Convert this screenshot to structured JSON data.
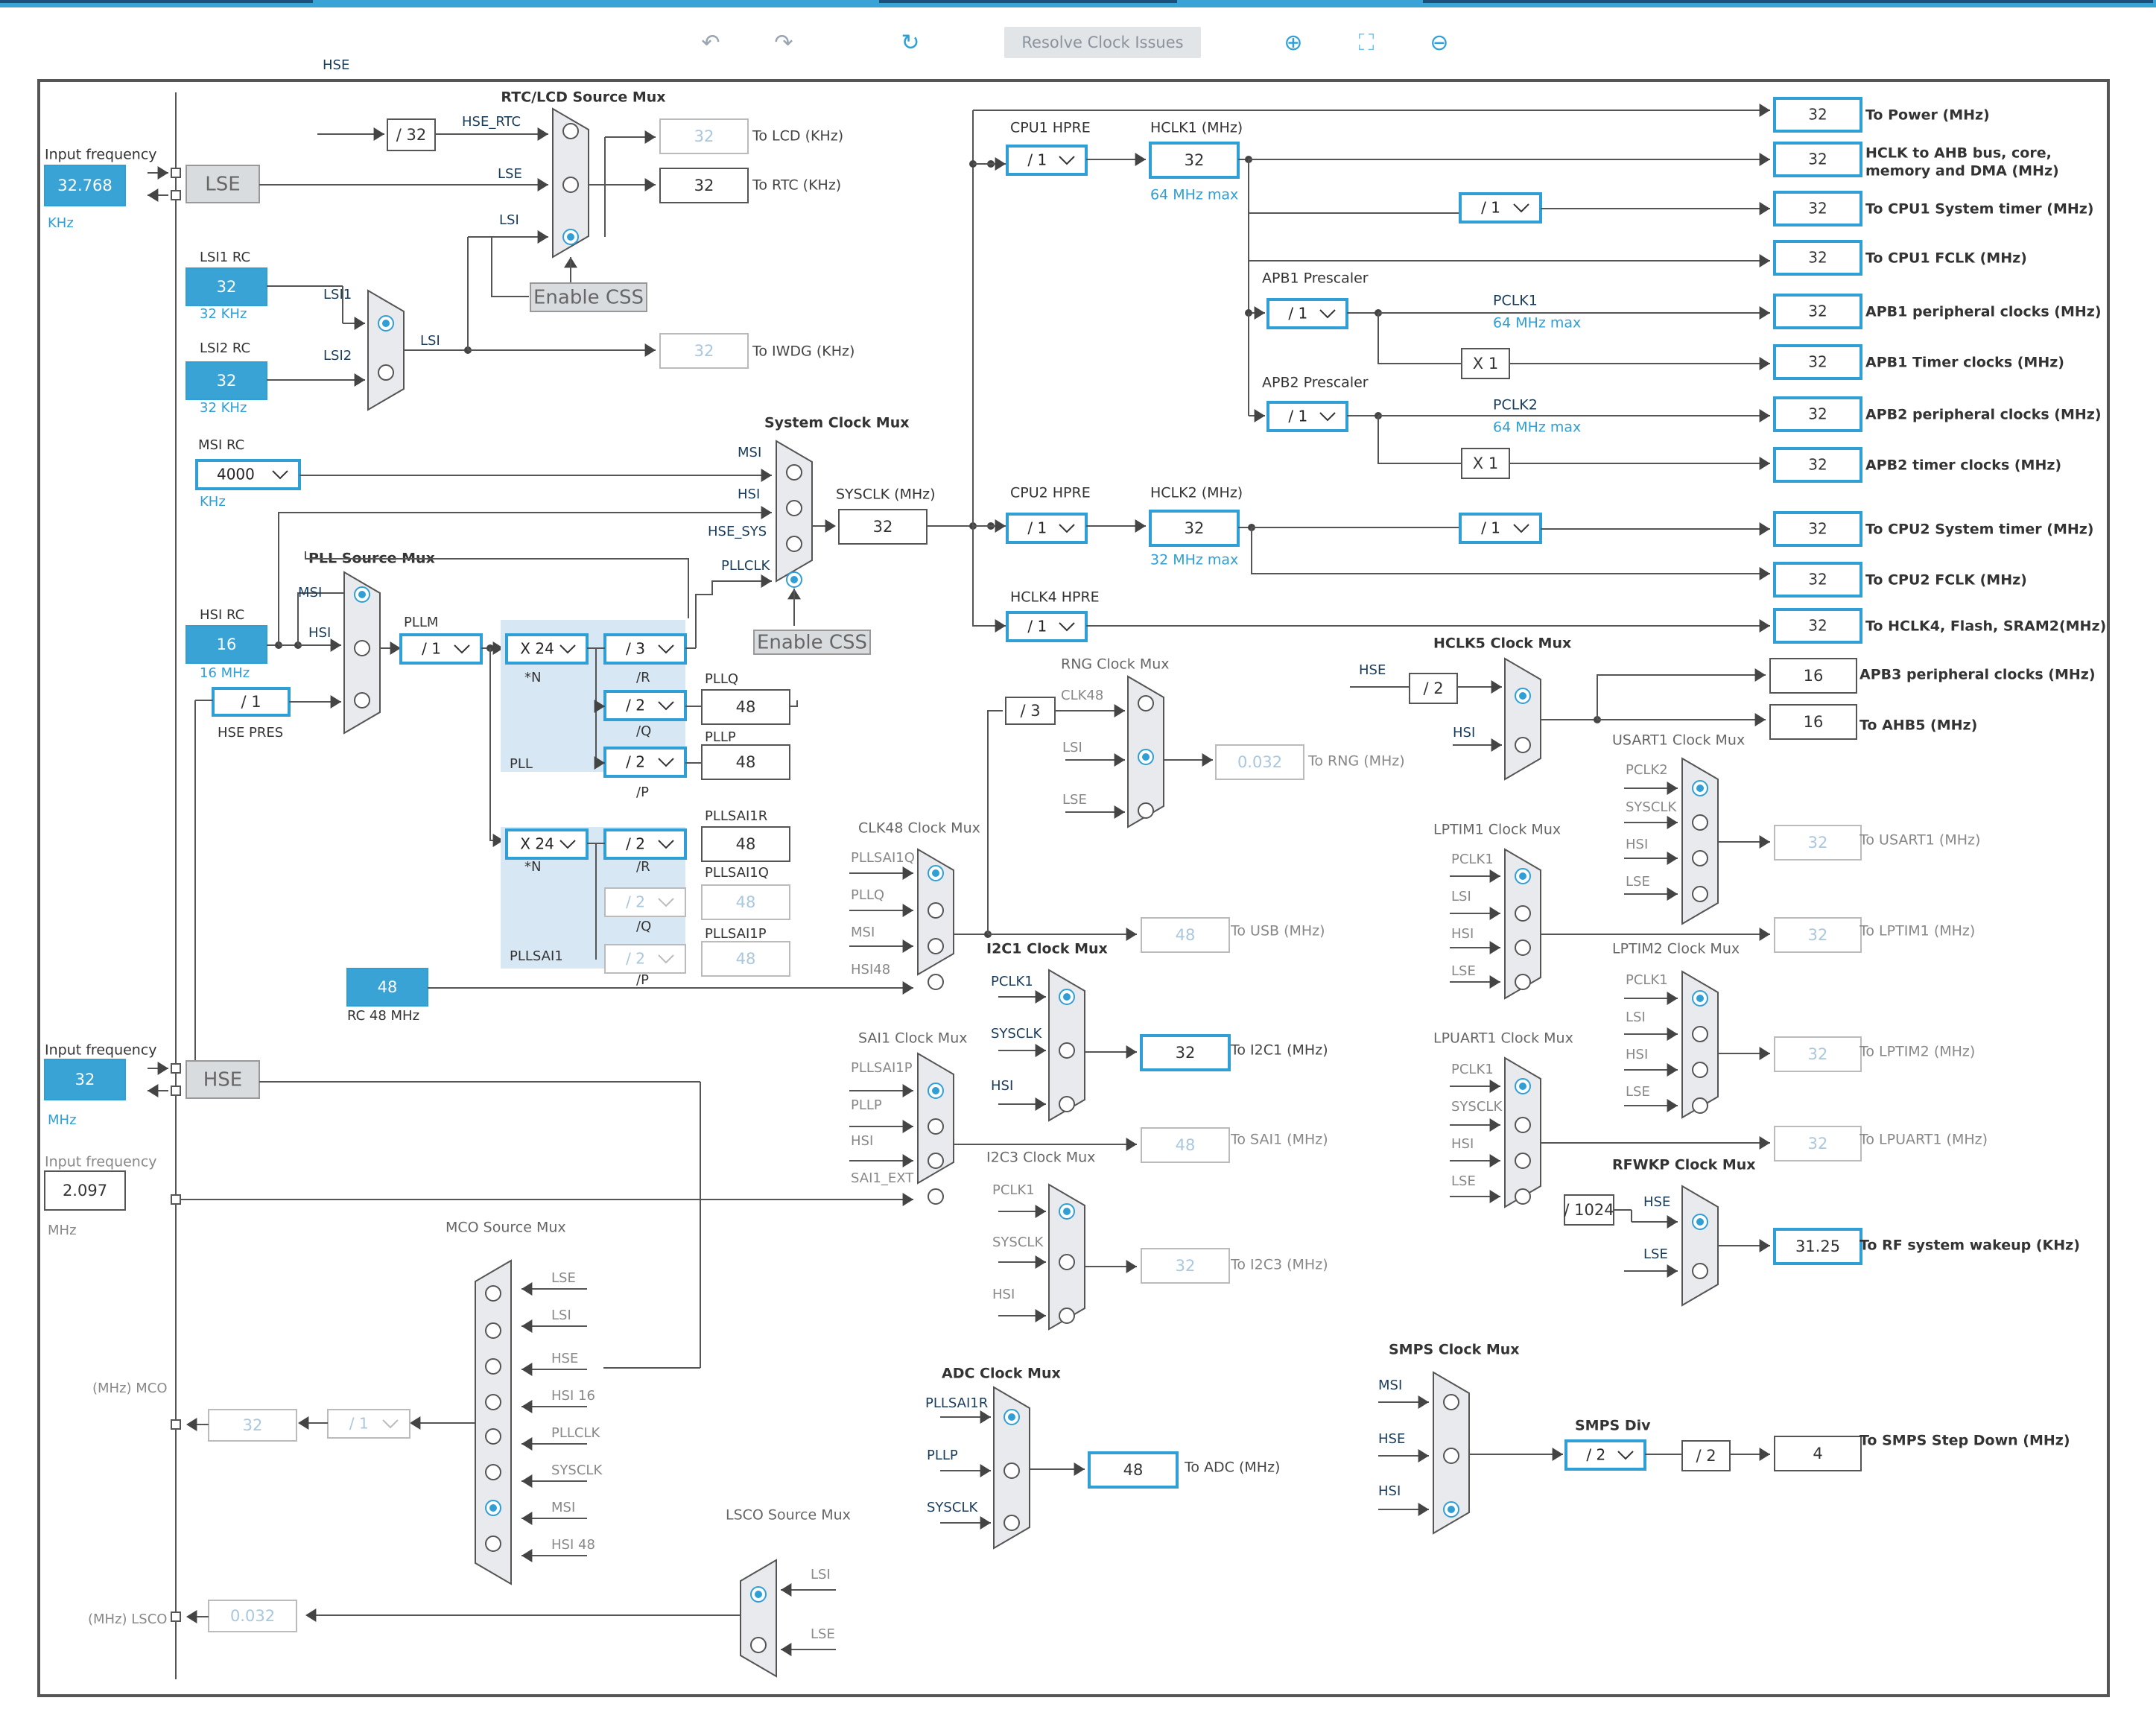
{
  "toolbar": {
    "resolve_label": "Resolve Clock Issues",
    "undo_icon": "undo-icon",
    "redo_icon": "redo-icon",
    "refresh_icon": "refresh-icon",
    "zoom_in_icon": "zoom-in-icon",
    "fit_icon": "fit-screen-icon",
    "zoom_out_icon": "zoom-out-icon"
  },
  "colors": {
    "accent": "#2f9fd6",
    "line": "#555555",
    "box_blue": "#3aa3d6",
    "disabled": "#a9c7dd",
    "mux_fill": "#e8eaee",
    "pll_bg": "#d7e7f4"
  },
  "inputs": {
    "lse": {
      "label": "Input frequency",
      "value": "32.768",
      "unit": "KHz",
      "block": "LSE"
    },
    "hse": {
      "label": "Input frequency",
      "value": "32",
      "unit": "MHz",
      "block": "HSE"
    },
    "third": {
      "label": "Input frequency",
      "value": "2.097",
      "unit": "MHz"
    }
  },
  "oscillators": {
    "lsi1": {
      "title": "LSI1 RC",
      "value": "32",
      "unit": "32 KHz"
    },
    "lsi2": {
      "title": "LSI2 RC",
      "value": "32",
      "unit": "32 KHz"
    },
    "msi": {
      "title": "MSI RC",
      "value": "4000",
      "unit": "KHz"
    },
    "hsi": {
      "title": "HSI RC",
      "value": "16",
      "unit": "16 MHz"
    },
    "rc48": {
      "value": "48",
      "unit": "RC 48 MHz"
    }
  },
  "mux_titles": {
    "rtc": "RTC/LCD Source Mux",
    "sys": "System Clock Mux",
    "pll": "PLL Source Mux",
    "rng": "RNG Clock Mux",
    "clk48": "CLK48 Clock Mux",
    "i2c1": "I2C1 Clock Mux",
    "sai1": "SAI1 Clock Mux",
    "i2c3": "I2C3 Clock Mux",
    "adc": "ADC Clock Mux",
    "mco": "MCO Source Mux",
    "lsco": "LSCO Source Mux",
    "hclk5": "HCLK5 Clock Mux",
    "usart1": "USART1 Clock Mux",
    "lptim1": "LPTIM1 Clock Mux",
    "lptim2": "LPTIM2 Clock Mux",
    "lpuart1": "LPUART1 Clock Mux",
    "rfwkp": "RFWKP Clock Mux",
    "smps": "SMPS Clock Mux"
  },
  "labels": {
    "hse": "HSE",
    "hse_rtc": "HSE_RTC",
    "lse": "LSE",
    "lsi": "LSI",
    "lsi1": "LSI1",
    "lsi2": "LSI2",
    "msi": "MSI",
    "hsi": "HSI",
    "hse_sys": "HSE_SYS",
    "pllclk": "PLLCLK",
    "sysclk_mhz": "SYSCLK (MHz)",
    "pllm": "PLLM",
    "hse_pres": "HSE PRES",
    "star_n": "*N",
    "r": "/R",
    "q": "/Q",
    "p": "/P",
    "pll": "PLL",
    "pllsai1": "PLLSAI1",
    "pllq": "PLLQ",
    "pllp": "PLLP",
    "pllsai1r": "PLLSAI1R",
    "pllsai1q": "PLLSAI1Q",
    "pllsai1p": "PLLSAI1P",
    "clk48": "CLK48",
    "hsi48": "HSI48",
    "sai1_ext": "SAI1_EXT",
    "pclk1": "PCLK1",
    "pclk2": "PCLK2",
    "sysclk": "SYSCLK",
    "hsi16": "HSI 16",
    "hsi48b": "HSI 48",
    "cpu1_hpre": "CPU1 HPRE",
    "cpu2_hpre": "CPU2 HPRE",
    "hclk4_hpre": "HCLK4 HPRE",
    "hclk1_mhz": "HCLK1 (MHz)",
    "hclk2_mhz": "HCLK2 (MHz)",
    "hclk1_max": "64 MHz max",
    "hclk2_max": "32 MHz max",
    "apb1_pre": "APB1 Prescaler",
    "apb2_pre": "APB2 Prescaler",
    "pclk1_max": "64 MHz max",
    "pclk2_max": "64 MHz max",
    "smps_div": "SMPS Div",
    "mco_out": "(MHz) MCO",
    "lsco_out": "(MHz) LSCO",
    "enable_css": "Enable CSS"
  },
  "dividers": {
    "hse_32": "/ 32",
    "pllm": "/ 1",
    "pll_n": "X 24",
    "pll_r": "/ 3",
    "pll_q": "/ 2",
    "pll_p": "/ 2",
    "sai_n": "X 24",
    "sai_r": "/ 2",
    "sai_q": "/ 2",
    "sai_p": "/ 2",
    "hse_pres": "/ 1",
    "cpu1": "/ 1",
    "cpu2": "/ 1",
    "hclk4": "/ 1",
    "apb1": "/ 1",
    "apb2": "/ 1",
    "cpu1_sys": "/ 1",
    "cpu2_sys": "/ 1",
    "apb1_tim": "X 1",
    "apb2_tim": "X 1",
    "rng3": "/ 3",
    "hclk5_2": "/ 2",
    "rfwkp": "/ 1024",
    "smps_div": "/ 2",
    "smps_2": "/ 2",
    "mco": "/ 1"
  },
  "values": {
    "lcd": "32",
    "rtc": "32",
    "iwdg": "32",
    "sysclk": "32",
    "hclk1": "32",
    "hclk2": "32",
    "pllq": "48",
    "pllp": "48",
    "pllsai1r": "48",
    "pllsai1q": "48",
    "pllsai1p": "48",
    "rng": "0.032",
    "usb": "48",
    "i2c1": "32",
    "sai1": "48",
    "i2c3": "32",
    "adc": "48",
    "mco": "32",
    "lsco": "0.032",
    "apb3": "16",
    "ahb5": "16",
    "usart1": "32",
    "lptim1": "32",
    "lptim2": "32",
    "lpuart1": "32",
    "rf": "31.25",
    "smps": "4"
  },
  "outputs": [
    {
      "label": "To Power (MHz)",
      "value": "32"
    },
    {
      "label": "HCLK to AHB bus, core,",
      "label2": "memory and DMA (MHz)",
      "value": "32"
    },
    {
      "label": "To CPU1 System timer (MHz)",
      "value": "32"
    },
    {
      "label": "To CPU1 FCLK (MHz)",
      "value": "32"
    },
    {
      "label": "APB1 peripheral clocks (MHz)",
      "value": "32"
    },
    {
      "label": "APB1 Timer clocks (MHz)",
      "value": "32"
    },
    {
      "label": "APB2 peripheral clocks (MHz)",
      "value": "32"
    },
    {
      "label": "APB2 timer clocks (MHz)",
      "value": "32"
    },
    {
      "label": "To CPU2 System timer (MHz)",
      "value": "32"
    },
    {
      "label": "To CPU2 FCLK (MHz)",
      "value": "32"
    },
    {
      "label": "To HCLK4, Flash, SRAM2(MHz)",
      "value": "32"
    }
  ],
  "out_labels": {
    "lcd": "To LCD (KHz)",
    "rtc": "To RTC (KHz)",
    "iwdg": "To IWDG (KHz)",
    "rng": "To RNG (MHz)",
    "usb": "To USB (MHz)",
    "i2c1": "To I2C1 (MHz)",
    "sai1": "To SAI1 (MHz)",
    "i2c3": "To I2C3 (MHz)",
    "adc": "To ADC (MHz)",
    "apb3": "APB3 peripheral clocks (MHz)",
    "ahb5": "To AHB5 (MHz)",
    "usart1": "To USART1 (MHz)",
    "lptim1": "To LPTIM1 (MHz)",
    "lptim2": "To LPTIM2 (MHz)",
    "lpuart1": "To LPUART1 (MHz)",
    "rf": "To RF system wakeup (KHz)",
    "smps": "To SMPS Step Down (MHz)"
  }
}
